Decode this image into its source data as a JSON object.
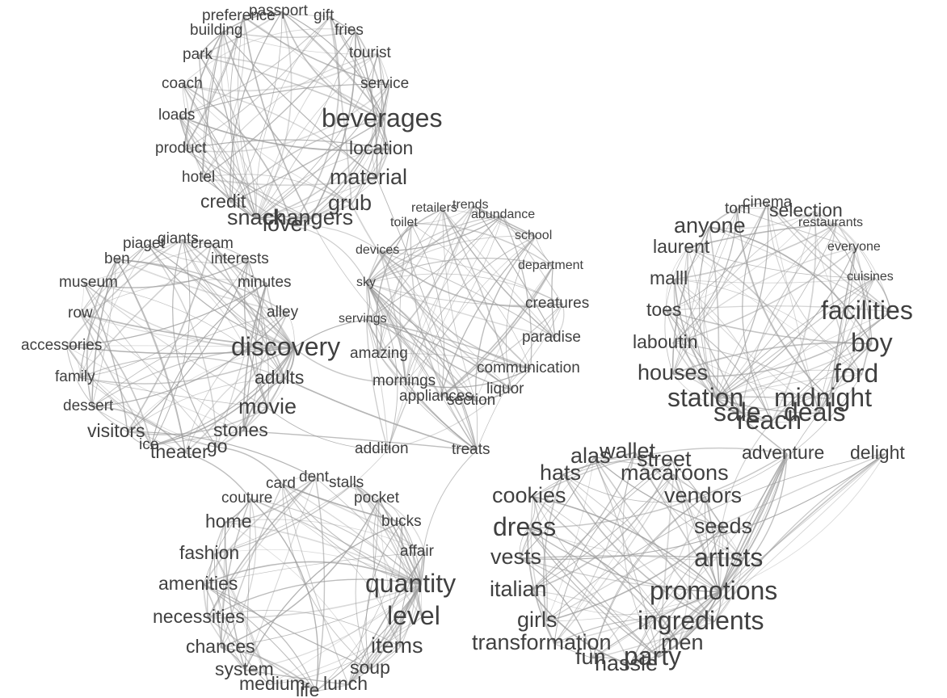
{
  "colors": {
    "background": "#ffffff",
    "edge": "#9a9a9a",
    "text": "#404040"
  },
  "clusters": [
    {
      "name": "top",
      "hub_word": "snack",
      "words": [
        "passport",
        "preference",
        "gift",
        "building",
        "fries",
        "park",
        "tourist",
        "coach",
        "service",
        "loads",
        "beverages",
        "product",
        "location",
        "hotel",
        "material",
        "credit",
        "grub",
        "snack",
        "changers",
        "lover"
      ]
    },
    {
      "name": "center",
      "hub_word": "sky",
      "words": [
        "retailers",
        "trends",
        "toilet",
        "abundance",
        "school",
        "devices",
        "department",
        "sky",
        "creatures",
        "servings",
        "paradise",
        "amazing",
        "communication",
        "mornings",
        "liquor",
        "appliances",
        "section",
        "treats",
        "addition"
      ]
    },
    {
      "name": "left",
      "hub_word": "discovery",
      "words": [
        "giants",
        "piaget",
        "cream",
        "ben",
        "interests",
        "museum",
        "minutes",
        "row",
        "alley",
        "accessories",
        "discovery",
        "family",
        "adults",
        "dessert",
        "movie",
        "visitors",
        "stones",
        "ice",
        "theater",
        "go"
      ]
    },
    {
      "name": "bottom-left",
      "hub_word": "quantity",
      "words": [
        "card",
        "dent",
        "stalls",
        "couture",
        "pocket",
        "home",
        "bucks",
        "fashion",
        "affair",
        "amenities",
        "quantity",
        "necessities",
        "level",
        "chances",
        "items",
        "system",
        "soup",
        "medium",
        "lunch",
        "life"
      ]
    },
    {
      "name": "right",
      "hub_word": "station",
      "words": [
        "cinema",
        "tom",
        "selection",
        "anyone",
        "restaurants",
        "laurent",
        "everyone",
        "malll",
        "cuisines",
        "toes",
        "facilities",
        "laboutin",
        "boy",
        "houses",
        "ford",
        "station",
        "midnight",
        "sale",
        "deals",
        "reach"
      ]
    },
    {
      "name": "bottom-right",
      "hub_word": "promotions",
      "words": [
        "alas",
        "wallet",
        "street",
        "adventure",
        "delight",
        "hats",
        "macaroons",
        "cookies",
        "vendors",
        "dress",
        "seeds",
        "vests",
        "artists",
        "italian",
        "promotions",
        "girls",
        "ingredients",
        "transformation",
        "men",
        "fun",
        "party",
        "hassle"
      ]
    }
  ],
  "bridges": [
    [
      "lover",
      "devices"
    ],
    [
      "lover",
      "sky"
    ],
    [
      "changers",
      "section"
    ],
    [
      "grub",
      "liquor"
    ],
    [
      "material",
      "treats"
    ],
    [
      "discovery",
      "servings"
    ],
    [
      "adults",
      "treats"
    ],
    [
      "movie",
      "addition"
    ],
    [
      "stones",
      "treats"
    ],
    [
      "discovery",
      "mornings"
    ],
    [
      "station",
      "adventure"
    ],
    [
      "midnight",
      "artists"
    ],
    [
      "reach",
      "promotions"
    ],
    [
      "delight",
      "men"
    ],
    [
      "ford",
      "vendors"
    ],
    [
      "treats",
      "quantity"
    ],
    [
      "addition",
      "stalls"
    ],
    [
      "go",
      "card"
    ],
    [
      "theater",
      "couture"
    ],
    [
      "visitors",
      "dent"
    ]
  ]
}
